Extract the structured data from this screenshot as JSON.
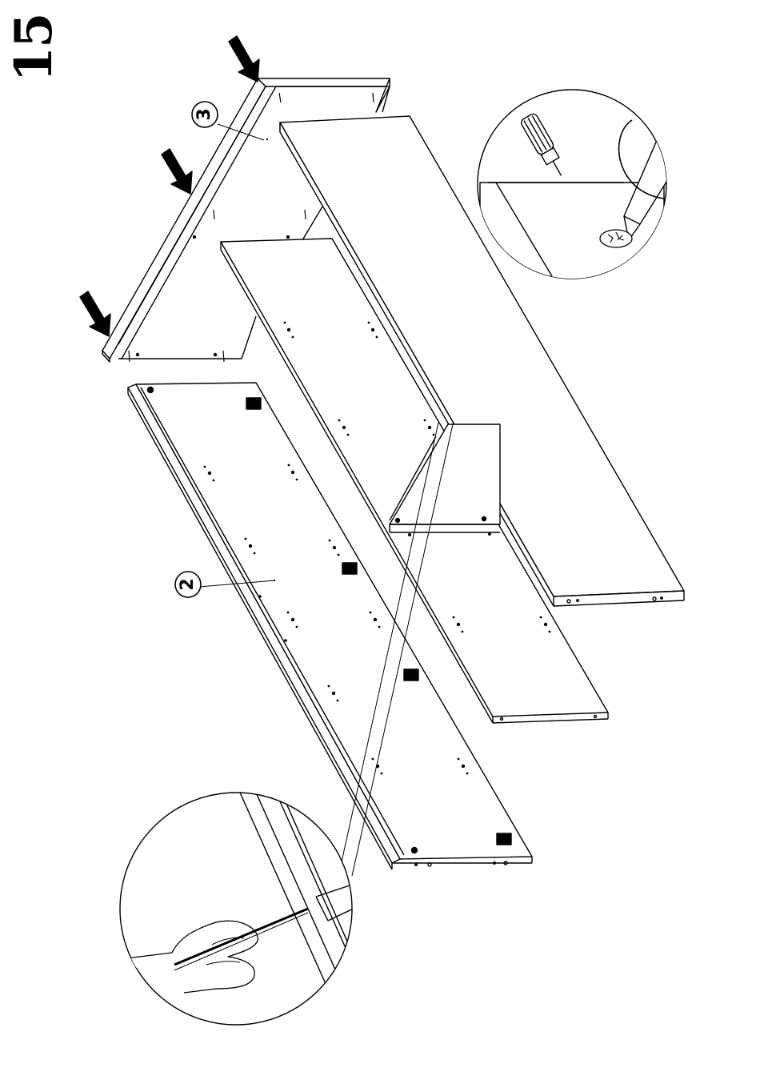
{
  "step": {
    "number": "15"
  },
  "parts": [
    {
      "label": "3"
    },
    {
      "label": "2"
    }
  ],
  "icons": {
    "push_arrows": "down-arrow-icon",
    "screwdriver_detail": "screwdriver-icon",
    "hand_detail": "hand-pencil-icon"
  },
  "colors": {
    "line": "#000000",
    "background": "#ffffff"
  }
}
